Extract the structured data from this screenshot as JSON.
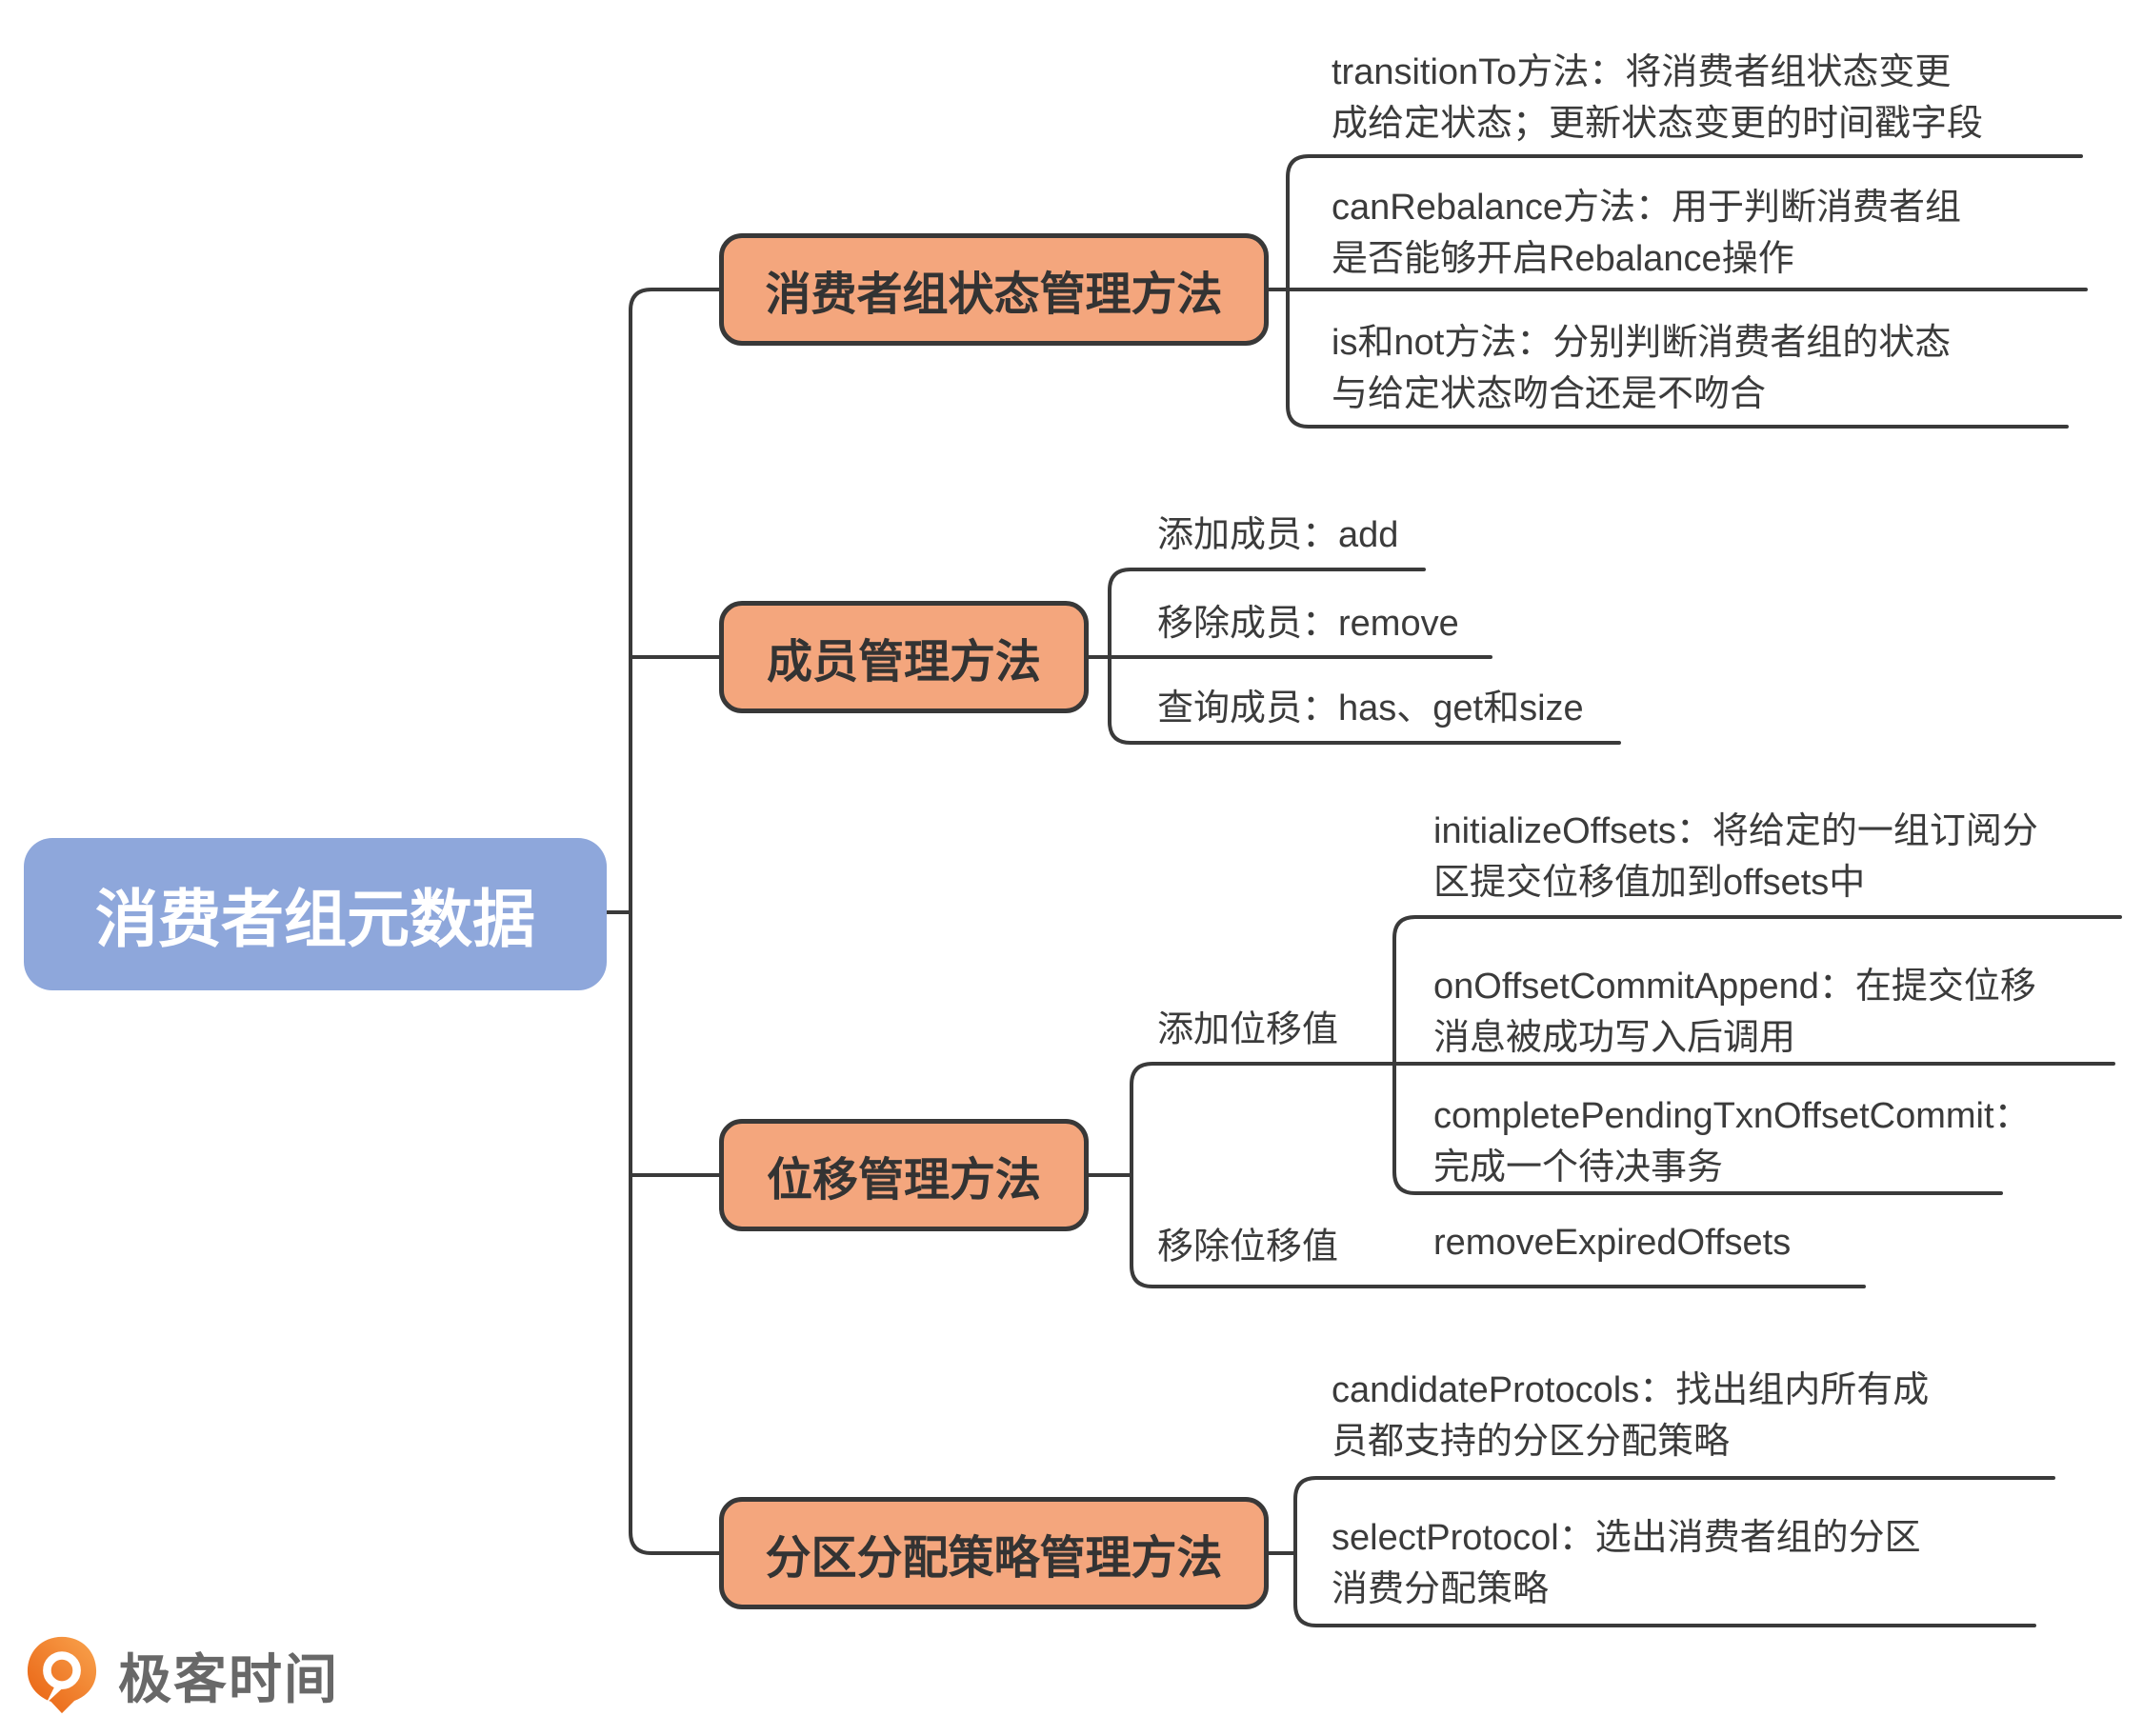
{
  "root": {
    "label": "消费者组元数据"
  },
  "branches": [
    {
      "label": "消费者组状态管理方法",
      "leaves": [
        {
          "lines": [
            "transitionTo方法：将消费者组状态变更",
            "成给定状态；更新状态变更的时间戳字段"
          ]
        },
        {
          "lines": [
            "canRebalance方法：用于判断消费者组",
            "是否能够开启Rebalance操作"
          ]
        },
        {
          "lines": [
            "is和not方法：分别判断消费者组的状态",
            "与给定状态吻合还是不吻合"
          ]
        }
      ]
    },
    {
      "label": "成员管理方法",
      "leaves": [
        {
          "lines": [
            "添加成员：add"
          ]
        },
        {
          "lines": [
            "移除成员：remove"
          ]
        },
        {
          "lines": [
            "查询成员：has、get和size"
          ]
        }
      ]
    },
    {
      "label": "位移管理方法",
      "groups": [
        {
          "label": "添加位移值",
          "leaves": [
            {
              "lines": [
                "initializeOffsets：将给定的一组订阅分",
                "区提交位移值加到offsets中"
              ]
            },
            {
              "lines": [
                "onOffsetCommitAppend：在提交位移",
                "消息被成功写入后调用"
              ]
            },
            {
              "lines": [
                "completePendingTxnOffsetCommit：",
                "完成一个待决事务"
              ]
            }
          ]
        },
        {
          "label": "移除位移值",
          "leaves": [
            {
              "lines": [
                "removeExpiredOffsets"
              ]
            }
          ]
        }
      ]
    },
    {
      "label": "分区分配策略管理方法",
      "leaves": [
        {
          "lines": [
            "candidateProtocols：找出组内所有成",
            "员都支持的分区分配策略"
          ]
        },
        {
          "lines": [
            "selectProtocol：选出消费者组的分区",
            "消费分配策略"
          ]
        }
      ]
    }
  ],
  "logo": {
    "brand": "极客时间"
  },
  "colors": {
    "root_fill": "#8EA7DB",
    "branch_fill": "#F4A67D",
    "line": "#3a3a3a",
    "text": "#3b3b3b",
    "logo_orange": "#EE7125",
    "logo_text": "#686868"
  }
}
